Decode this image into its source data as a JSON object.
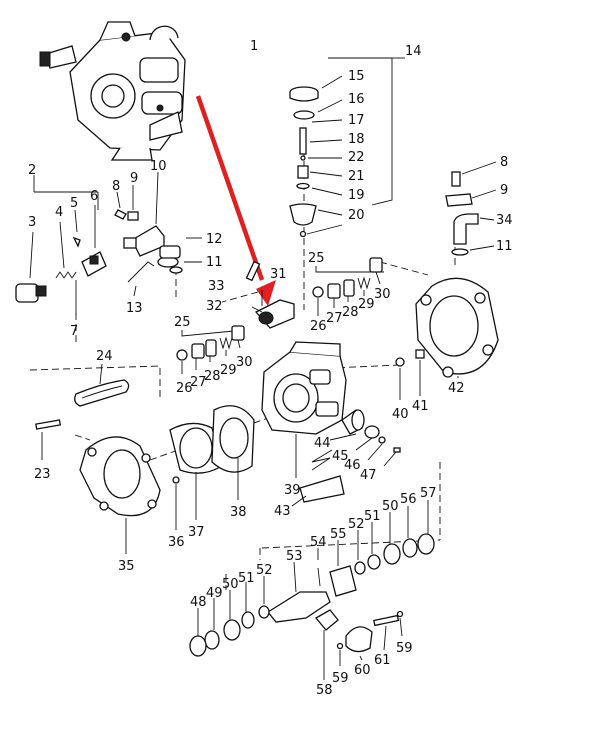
{
  "diagram": {
    "callouts": [
      {
        "id": "c1",
        "text": "1"
      },
      {
        "id": "c2",
        "text": "2"
      },
      {
        "id": "c3",
        "text": "3"
      },
      {
        "id": "c4",
        "text": "4"
      },
      {
        "id": "c5",
        "text": "5"
      },
      {
        "id": "c6",
        "text": "6"
      },
      {
        "id": "c7",
        "text": "7"
      },
      {
        "id": "c8a",
        "text": "8"
      },
      {
        "id": "c9a",
        "text": "9"
      },
      {
        "id": "c10",
        "text": "10"
      },
      {
        "id": "c11a",
        "text": "11"
      },
      {
        "id": "c12",
        "text": "12"
      },
      {
        "id": "c13",
        "text": "13"
      },
      {
        "id": "c14",
        "text": "14"
      },
      {
        "id": "c15",
        "text": "15"
      },
      {
        "id": "c16",
        "text": "16"
      },
      {
        "id": "c17",
        "text": "17"
      },
      {
        "id": "c18",
        "text": "18"
      },
      {
        "id": "c22",
        "text": "22"
      },
      {
        "id": "c21",
        "text": "21"
      },
      {
        "id": "c19",
        "text": "19"
      },
      {
        "id": "c20",
        "text": "20"
      },
      {
        "id": "c8b",
        "text": "8"
      },
      {
        "id": "c9b",
        "text": "9"
      },
      {
        "id": "c34",
        "text": "34"
      },
      {
        "id": "c11b",
        "text": "11"
      },
      {
        "id": "c33",
        "text": "33"
      },
      {
        "id": "c31",
        "text": "31"
      },
      {
        "id": "c32",
        "text": "32"
      },
      {
        "id": "c25a",
        "text": "25"
      },
      {
        "id": "c26a",
        "text": "26"
      },
      {
        "id": "c27a",
        "text": "27"
      },
      {
        "id": "c28a",
        "text": "28"
      },
      {
        "id": "c29a",
        "text": "29"
      },
      {
        "id": "c30a",
        "text": "30"
      },
      {
        "id": "c25b",
        "text": "25"
      },
      {
        "id": "c26b",
        "text": "26"
      },
      {
        "id": "c27b",
        "text": "27"
      },
      {
        "id": "c28b",
        "text": "28"
      },
      {
        "id": "c29b",
        "text": "29"
      },
      {
        "id": "c30b",
        "text": "30"
      },
      {
        "id": "c24",
        "text": "24"
      },
      {
        "id": "c23",
        "text": "23"
      },
      {
        "id": "c42",
        "text": "42"
      },
      {
        "id": "c40",
        "text": "40"
      },
      {
        "id": "c41",
        "text": "41"
      },
      {
        "id": "c44",
        "text": "44"
      },
      {
        "id": "c45",
        "text": "45"
      },
      {
        "id": "c46",
        "text": "46"
      },
      {
        "id": "c47",
        "text": "47"
      },
      {
        "id": "c39",
        "text": "39"
      },
      {
        "id": "c43",
        "text": "43"
      },
      {
        "id": "c38",
        "text": "38"
      },
      {
        "id": "c37",
        "text": "37"
      },
      {
        "id": "c36",
        "text": "36"
      },
      {
        "id": "c35",
        "text": "35"
      },
      {
        "id": "c57",
        "text": "57"
      },
      {
        "id": "c56",
        "text": "56"
      },
      {
        "id": "c50a",
        "text": "50"
      },
      {
        "id": "c51a",
        "text": "51"
      },
      {
        "id": "c52a",
        "text": "52"
      },
      {
        "id": "c55",
        "text": "55"
      },
      {
        "id": "c54",
        "text": "54"
      },
      {
        "id": "c53",
        "text": "53"
      },
      {
        "id": "c52b",
        "text": "52"
      },
      {
        "id": "c51b",
        "text": "51"
      },
      {
        "id": "c50b",
        "text": "50"
      },
      {
        "id": "c49",
        "text": "49"
      },
      {
        "id": "c48",
        "text": "48"
      },
      {
        "id": "c58",
        "text": "58"
      },
      {
        "id": "c59a",
        "text": "59"
      },
      {
        "id": "c60",
        "text": "60"
      },
      {
        "id": "c61",
        "text": "61"
      },
      {
        "id": "c59b",
        "text": "59"
      }
    ],
    "arrow_color": "#e02020",
    "line_color": "#111111"
  }
}
